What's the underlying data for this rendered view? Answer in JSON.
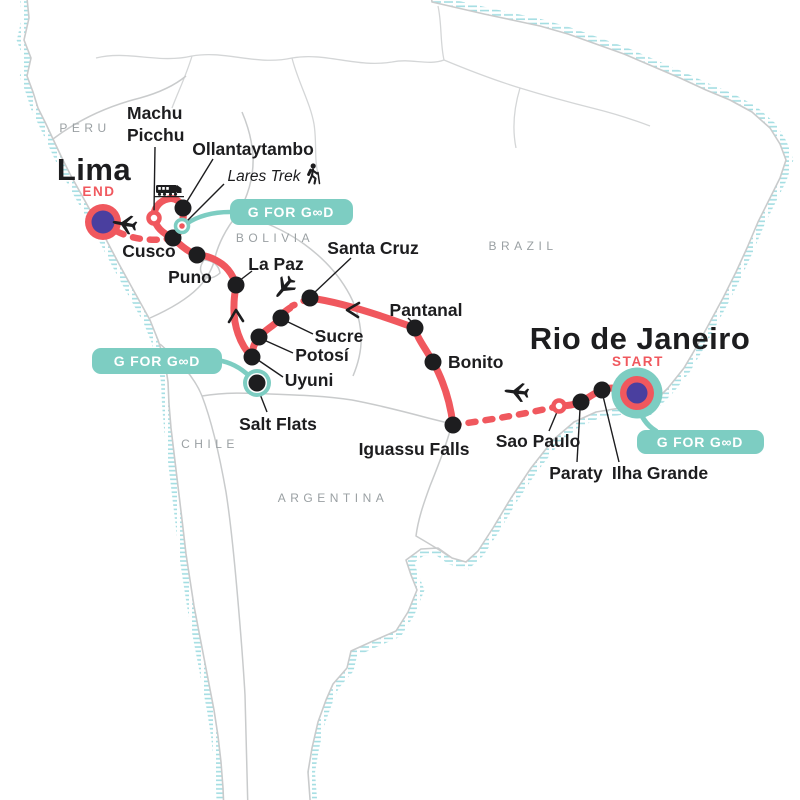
{
  "badge": {
    "label": "G FOR GOOD"
  },
  "endpoints": {
    "start_city": "Rio de Janeiro",
    "start_tag": "START",
    "end_city": "Lima",
    "end_tag": "END"
  },
  "countries": {
    "peru": "PERU",
    "bolivia": "BOLIVIA",
    "brazil": "BRAZIL",
    "chile": "CHILE",
    "argentina": "ARGENTINA"
  },
  "stops": {
    "ilha_grande": "Ilha Grande",
    "paraty": "Paraty",
    "sao_paulo": "Sao Paulo",
    "iguassu_falls": "Iguassu Falls",
    "bonito": "Bonito",
    "pantanal": "Pantanal",
    "santa_cruz": "Santa Cruz",
    "sucre": "Sucre",
    "potosi": "Potosí",
    "uyuni": "Uyuni",
    "salt_flats": "Salt Flats",
    "la_paz": "La Paz",
    "puno": "Puno",
    "cusco": "Cusco",
    "ollantaytambo": "Ollantaytambo",
    "machu_picchu_line1": "Machu",
    "machu_picchu_line2": "Picchu",
    "lares_trek": "Lares Trek"
  },
  "route_order": [
    "Rio de Janeiro",
    "Ilha Grande",
    "Paraty",
    "Sao Paulo",
    "Iguassu Falls",
    "Bonito",
    "Pantanal",
    "Santa Cruz",
    "Sucre",
    "Potosí",
    "Uyuni",
    "Salt Flats",
    "La Paz",
    "Puno",
    "Cusco",
    "Ollantaytambo",
    "Machu Picchu",
    "Lares Trek",
    "Lima"
  ],
  "icons": {
    "plane": "airplane silhouette (flight segment)",
    "train": "train silhouette (rail segment)",
    "hiker": "hiker silhouette (trek)",
    "direction_arrow": "chevron showing travel direction"
  },
  "colors": {
    "route": "#f0585e",
    "teal": "#7dcdc2",
    "purple": "#4a3f9f",
    "ink": "#1d1d1f",
    "country_text": "#9aa0a3",
    "coast_hatch": "#a3dde2",
    "border": "#c9cbcc"
  }
}
